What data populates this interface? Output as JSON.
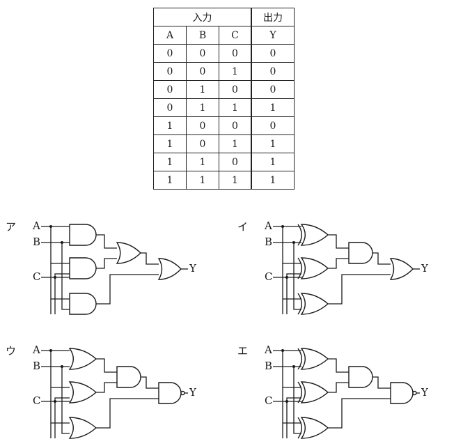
{
  "truth_table": {
    "group_headers": {
      "input": "入力",
      "output": "出力"
    },
    "columns": [
      "A",
      "B",
      "C",
      "Y"
    ],
    "rows": [
      [
        "0",
        "0",
        "0",
        "0"
      ],
      [
        "0",
        "0",
        "1",
        "0"
      ],
      [
        "0",
        "1",
        "0",
        "0"
      ],
      [
        "0",
        "1",
        "1",
        "1"
      ],
      [
        "1",
        "0",
        "0",
        "0"
      ],
      [
        "1",
        "0",
        "1",
        "1"
      ],
      [
        "1",
        "1",
        "0",
        "1"
      ],
      [
        "1",
        "1",
        "1",
        "1"
      ]
    ]
  },
  "circuits": [
    {
      "label": "ア",
      "inputs": [
        "A",
        "B",
        "C"
      ],
      "output": "Y",
      "first_stage": "AND",
      "second_stage": "OR",
      "final": "OR"
    },
    {
      "label": "イ",
      "inputs": [
        "A",
        "B",
        "C"
      ],
      "output": "Y",
      "first_stage": "XOR",
      "second_stage": "AND",
      "final": "OR"
    },
    {
      "label": "ウ",
      "inputs": [
        "A",
        "B",
        "C"
      ],
      "output": "Y",
      "first_stage": "OR",
      "second_stage": "AND",
      "final": "NAND"
    },
    {
      "label": "エ",
      "inputs": [
        "A",
        "B",
        "C"
      ],
      "output": "Y",
      "first_stage": "XOR",
      "second_stage": "AND",
      "final": "NAND"
    }
  ]
}
